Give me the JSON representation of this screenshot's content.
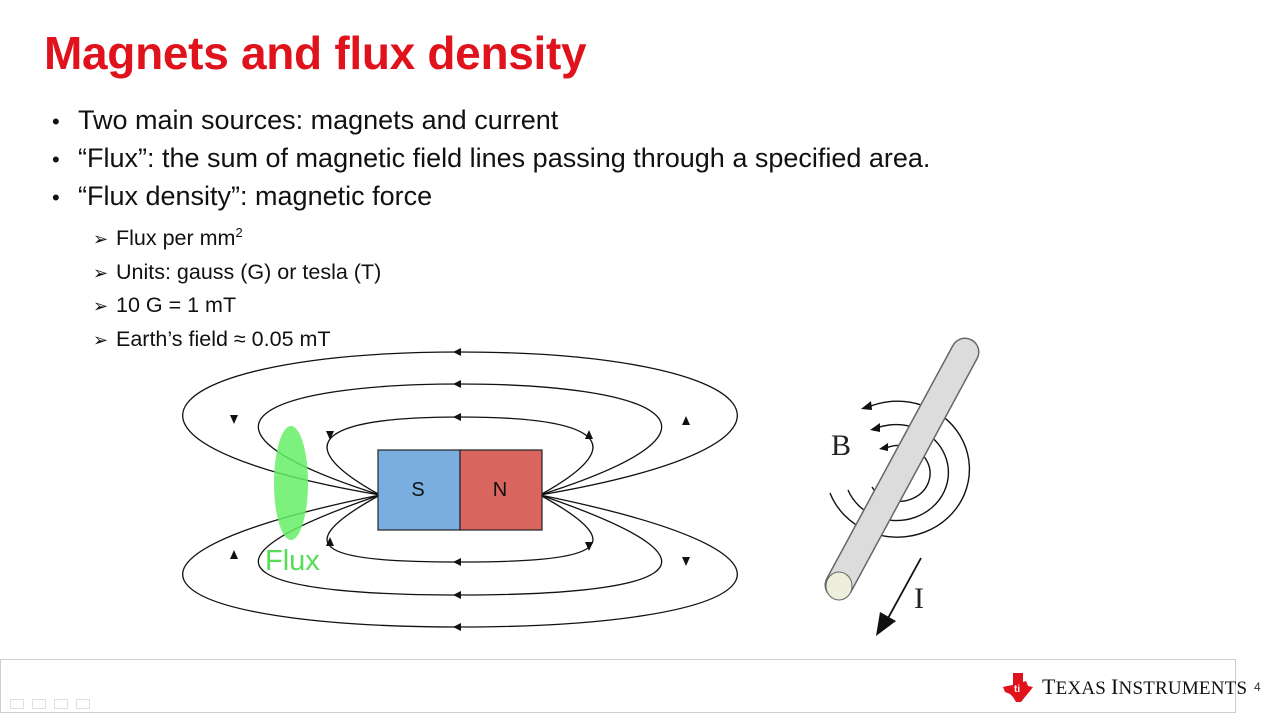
{
  "title": "Magnets and flux density",
  "bullets": [
    "Two main sources: magnets and current",
    "“Flux”: the sum of magnetic field lines passing through a specified area.",
    "“Flux density”: magnetic force"
  ],
  "sub_bullets": {
    "flux_per_mm": "Flux per mm",
    "flux_per_mm_sup": "2",
    "units": "Units: gauss (G) or tesla (T)",
    "conversion": "10 G = 1 mT",
    "earth": "Earth’s field ≈ 0.05 mT"
  },
  "magnet_diagram": {
    "south_label": "S",
    "north_label": "N",
    "flux_label": "Flux",
    "south_color": "#7aaee0",
    "north_color": "#d9655f",
    "flux_color": "#66ee66"
  },
  "wire_diagram": {
    "field_label": "B",
    "current_label": "I"
  },
  "footer": {
    "company": "Texas Instruments",
    "company_first": "T",
    "company_rest1": "EXAS ",
    "company_second": "I",
    "company_rest2": "NSTRUMENTS",
    "page_number": "4",
    "brand_color": "#e0121b"
  }
}
